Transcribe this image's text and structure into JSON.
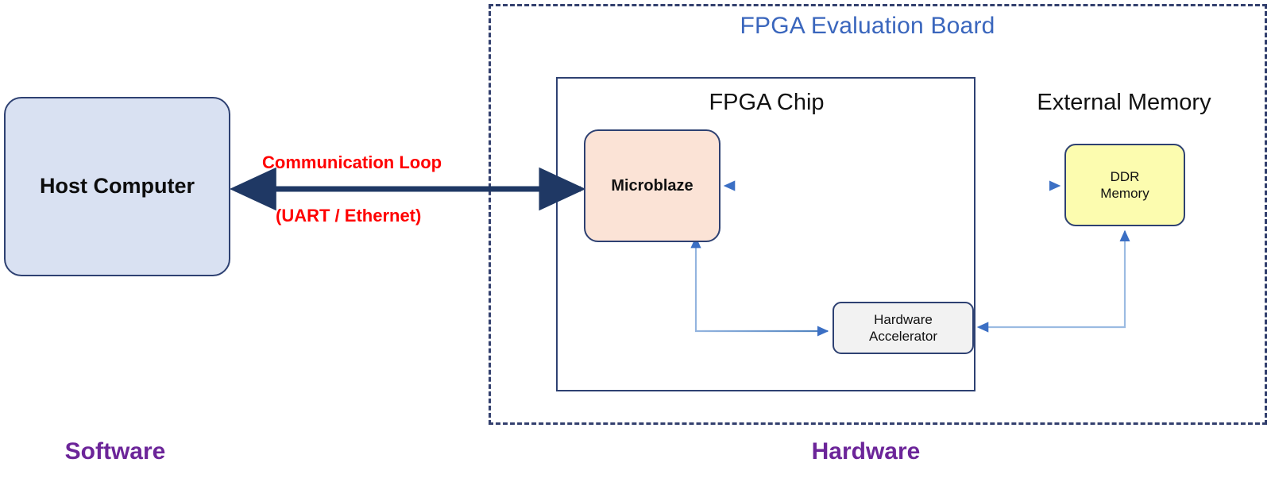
{
  "diagram": {
    "title": "FPGA Evaluation Board",
    "software_label": "Software",
    "hardware_label": "Hardware"
  },
  "nodes": {
    "host_computer": "Host Computer",
    "fpga_chip": "FPGA Chip",
    "external_memory": "External Memory",
    "microblaze": "Microblaze",
    "ddr_memory": "DDR\nMemory",
    "ddr_memory_line1": "DDR",
    "ddr_memory_line2": "Memory",
    "hardware_accelerator_line1": "Hardware",
    "hardware_accelerator_line2": "Accelerator"
  },
  "connections": {
    "comm_loop_label": "Communication Loop",
    "comm_loop_protocol": "(UART / Ethernet)"
  },
  "colors": {
    "host_computer_fill": "#d9e1f2",
    "microblaze_fill": "#fbe3d6",
    "ddr_memory_fill": "#fcfcaf",
    "hardware_accelerator_fill": "#f2f2f2",
    "box_stroke": "#2e4172",
    "board_title": "#3a66bd",
    "comm_label": "#ff0000",
    "section_label": "#6c2599",
    "thick_arrow": "#1f3864",
    "thin_arrow": "#4a7ebb"
  }
}
